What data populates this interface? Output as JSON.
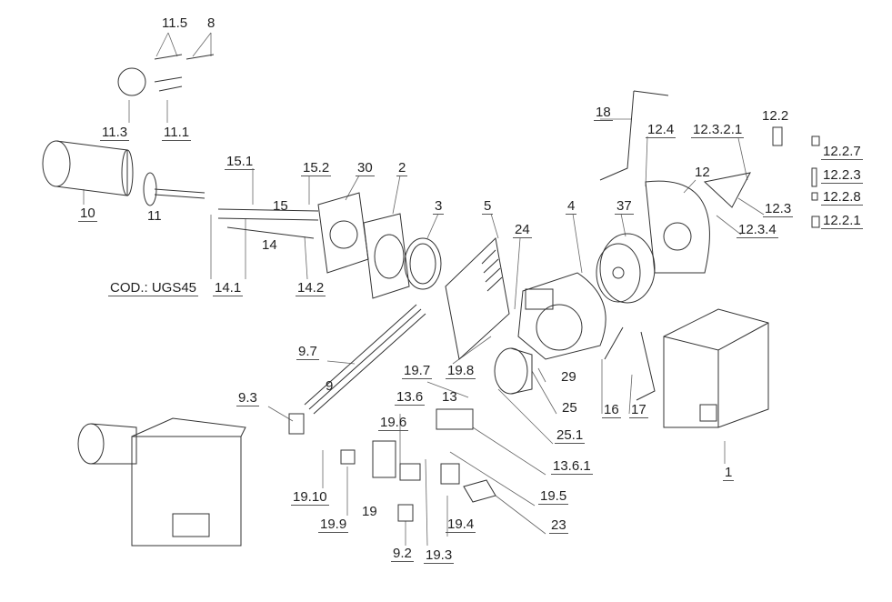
{
  "labels": [
    "11.5",
    "8",
    "11.3",
    "11.1",
    "10",
    "11",
    "15.1",
    "15.2",
    "30",
    "2",
    "3",
    "5",
    "24",
    "4",
    "37",
    "18",
    "12.4",
    "12",
    "12.3.2.1",
    "12.2",
    "12.2.7",
    "12.2.3",
    "12.3",
    "12.2.8",
    "12.3.4",
    "12.2.1",
    "15",
    "14",
    "COD.: UGS45",
    "14.1",
    "14.2",
    "9.7",
    "9",
    "19.8",
    "29",
    "16",
    "17",
    "9.3",
    "19.7",
    "13",
    "13.6",
    "25",
    "25.1",
    "19.6",
    "13.6.1",
    "19.5",
    "19.10",
    "19.9",
    "19",
    "9.2",
    "19.4",
    "19.3",
    "23",
    "1"
  ]
}
